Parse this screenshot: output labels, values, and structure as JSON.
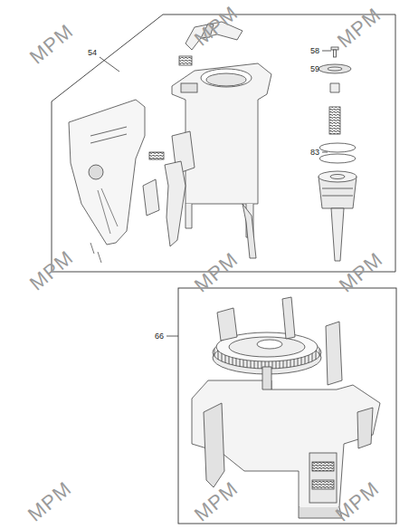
{
  "diagram": {
    "labels": [
      "54",
      "58",
      "59",
      "83",
      "66",
      "MPM",
      "MPM",
      "MPM",
      "MPM",
      "MPM",
      "MPM",
      "MPM",
      "MPM",
      "MPM"
    ]
  }
}
